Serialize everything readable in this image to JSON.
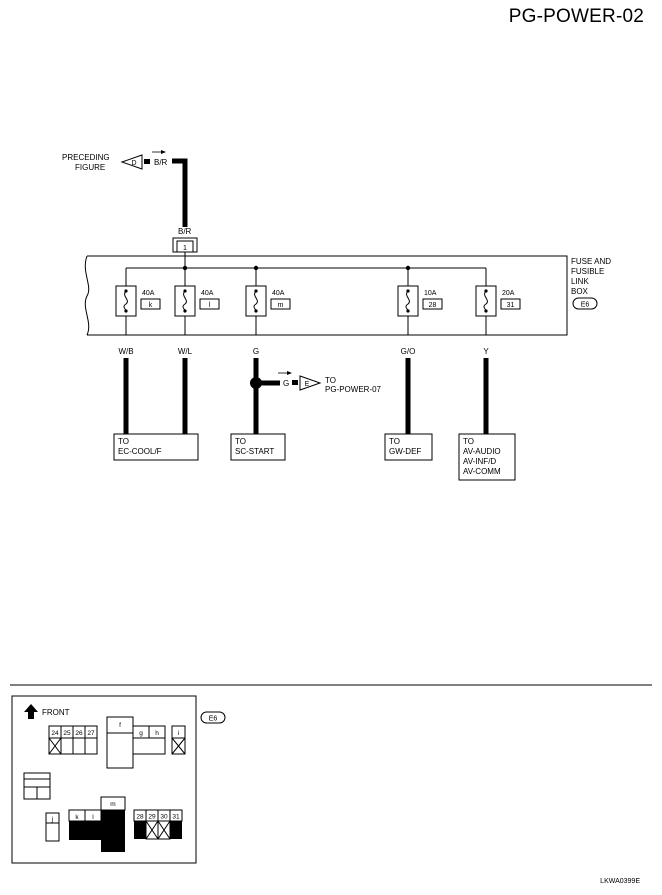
{
  "page_title": "PG-POWER-02",
  "figure_id": "LKWA0399E",
  "preceding": {
    "line1": "PRECEDING",
    "line2": "FIGURE",
    "connector": "D",
    "wire": "B/R"
  },
  "input_wire": {
    "color": "B/R",
    "terminal": "1"
  },
  "box": {
    "line1": "FUSE AND",
    "line2": "FUSIBLE",
    "line3": "LINK",
    "line4": "BOX",
    "connector": "E6"
  },
  "fuses": [
    {
      "rating": "40A",
      "id": "k",
      "wire": "W/B"
    },
    {
      "rating": "40A",
      "id": "l",
      "wire": "W/L"
    },
    {
      "rating": "40A",
      "id": "m",
      "wire": "G"
    },
    {
      "rating": "10A",
      "id": "28",
      "wire": "G/O"
    },
    {
      "rating": "20A",
      "id": "31",
      "wire": "Y"
    }
  ],
  "branch": {
    "wire": "G",
    "connector": "E",
    "line1": "TO",
    "line2": "PG-POWER-07"
  },
  "destinations": [
    {
      "line1": "TO",
      "line2": "EC-COOL/F"
    },
    {
      "line1": "TO",
      "line2": "SC-START"
    },
    {
      "line1": "TO",
      "line2": "GW-DEF"
    },
    {
      "line1": "TO",
      "line2": "AV-AUDIO",
      "line3": "AV-INF/D",
      "line4": "AV-COMM"
    }
  ],
  "layout_view": {
    "front_label": "FRONT",
    "connector": "E6",
    "top_cells": [
      "24",
      "25",
      "26",
      "27"
    ],
    "f": "f",
    "g": "g",
    "h": "h",
    "i": "i",
    "j": "j",
    "k": "k",
    "l": "l",
    "m": "m",
    "bottom_cells": [
      "28",
      "29",
      "30",
      "31"
    ]
  }
}
